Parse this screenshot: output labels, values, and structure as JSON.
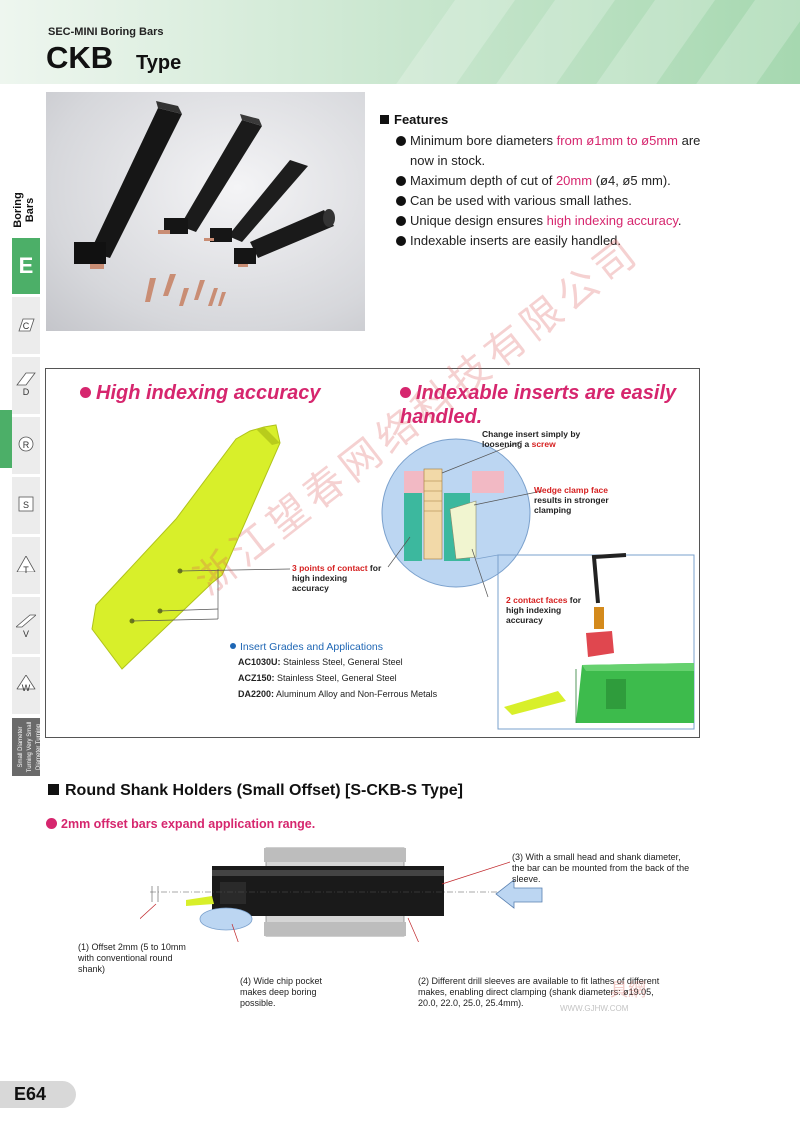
{
  "header": {
    "series": "SEC-MINI Boring Bars",
    "title": "CKB",
    "title_suffix": "Type"
  },
  "side_nav": {
    "category": "Boring Bars",
    "active_tab": "E",
    "tabs": [
      {
        "letter": "C",
        "icon": "rhombus-80-icon"
      },
      {
        "letter": "D",
        "icon": "rhombus-55-icon"
      },
      {
        "letter": "R",
        "icon": "round-insert-icon"
      },
      {
        "letter": "S",
        "icon": "square-insert-icon"
      },
      {
        "letter": "T",
        "icon": "triangle-insert-icon"
      },
      {
        "letter": "V",
        "icon": "rhombus-35-icon"
      },
      {
        "letter": "W",
        "icon": "trigon-insert-icon"
      }
    ],
    "small_tab": "Small Diameter Turning Very Small Diameter Turning"
  },
  "features": {
    "heading": "Features",
    "items": [
      {
        "before": "Minimum bore diameters ",
        "highlight": "from ø1mm to ø5mm",
        "after": " are now in stock."
      },
      {
        "before": "Maximum depth of cut of ",
        "highlight": "20mm",
        "after": " (ø4, ø5 mm)."
      },
      {
        "before": "Can be used with various small lathes.",
        "highlight": "",
        "after": ""
      },
      {
        "before": "Unique design ensures ",
        "highlight": "high indexing accuracy",
        "after": "."
      },
      {
        "before": "Indexable inserts are easily handled.",
        "highlight": "",
        "after": ""
      }
    ]
  },
  "diagram": {
    "heading_left": "High indexing accuracy",
    "heading_right": "Indexable inserts are easily handled.",
    "callout_screw": {
      "before": "Change insert simply by loosening a ",
      "highlight": "screw"
    },
    "callout_wedge": {
      "highlight": "Wedge clamp face",
      "after": " results in stronger clamping"
    },
    "callout_3pts": {
      "highlight": "3 points of contact",
      "after": " for high indexing accuracy"
    },
    "callout_2faces": {
      "highlight": "2 contact faces",
      "after": " for high indexing accuracy"
    },
    "grades_heading": "Insert Grades and Applications",
    "grades": [
      {
        "code": "AC1030U:",
        "use": "Stainless Steel, General Steel"
      },
      {
        "code": "ACZ150:",
        "use": "Stainless Steel, General Steel"
      },
      {
        "code": "DA2200:",
        "use": "Aluminum Alloy and Non-Ferrous Metals"
      }
    ],
    "colors": {
      "accent_pink": "#d6266e",
      "insert_yellow": "#d8ef2a",
      "holder_green": "#3dbb4c",
      "circle_blue": "#bcd6f2"
    }
  },
  "round_shank": {
    "title": "Round Shank Holders (Small Offset) [S-CKB-S Type]",
    "subtitle": "2mm offset bars expand application range.",
    "notes": {
      "n1": "(1) Offset 2mm (5 to 10mm with conventional round shank)",
      "n2": "(2) Different drill sleeves are available to fit lathes of different makes, enabling direct clamping (shank diameters: ø19.05, 20.0, 22.0, 25.0, 25.4mm).",
      "n3": "(3) With a small head and shank diameter, the bar can be mounted from the back of the sleeve.",
      "n4": "(4) Wide chip pocket makes deep boring possible."
    }
  },
  "watermark": {
    "text": "浙江望春网络科技有限公司",
    "logo_text": "具網",
    "url": "WWW.GJHW.COM"
  },
  "footer": {
    "page": "E64"
  }
}
